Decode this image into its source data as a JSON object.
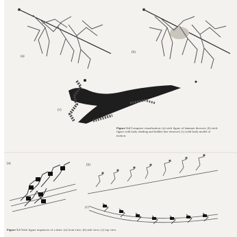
{
  "upper_figure": {
    "panel_labels": [
      "(a)",
      "(b)",
      "(c)"
    ],
    "caption_number": "Figure 5.4",
    "caption_text": "Computer visualization: (a) stick figure of hammer thrower; (b) stick figure with body shading and hidden line removal; (c) solid body model of motion."
  },
  "lower_figure": {
    "panel_labels": [
      "(a)",
      "(b)",
      "(c)"
    ],
    "caption_number": "Figure 5.5",
    "caption_text": "Stick figure sequences of a skier: (a) front view; (b) side view; (c) top view."
  }
}
